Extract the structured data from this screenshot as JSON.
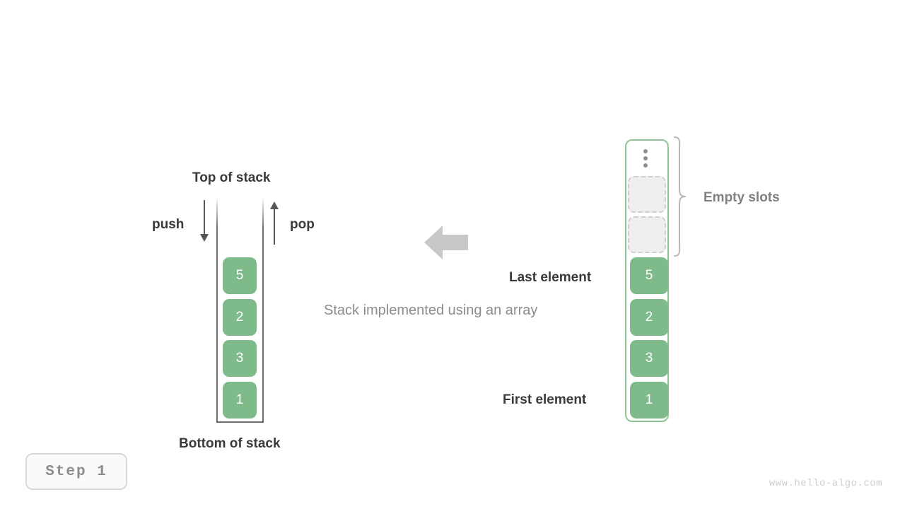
{
  "diagram": {
    "caption": "Stack implemented using an array",
    "step_label": "Step 1",
    "watermark": "www.hello-algo.com",
    "accent_green": "#7fba8a",
    "border_green": "#8cc496",
    "gray_text": "#8c8c8c",
    "dark_text": "#3a3a3a",
    "arrow_gray": "#c8c8c8"
  },
  "stack": {
    "top_label": "Top of stack",
    "bottom_label": "Bottom of stack",
    "push_label": "push",
    "pop_label": "pop",
    "push_icon": "arrow-down-icon",
    "pop_icon": "arrow-up-icon",
    "cells": [
      {
        "value": "5"
      },
      {
        "value": "2"
      },
      {
        "value": "3"
      },
      {
        "value": "1"
      }
    ]
  },
  "transition": {
    "icon": "arrow-left-icon"
  },
  "array": {
    "empty_slots_label": "Empty slots",
    "last_element_label": "Last element",
    "first_element_label": "First element",
    "ellipsis_icon": "vertical-ellipsis-icon",
    "brace_icon": "curly-brace-icon",
    "empty_slots_count": 2,
    "cells": [
      {
        "value": "5"
      },
      {
        "value": "2"
      },
      {
        "value": "3"
      },
      {
        "value": "1"
      }
    ]
  }
}
